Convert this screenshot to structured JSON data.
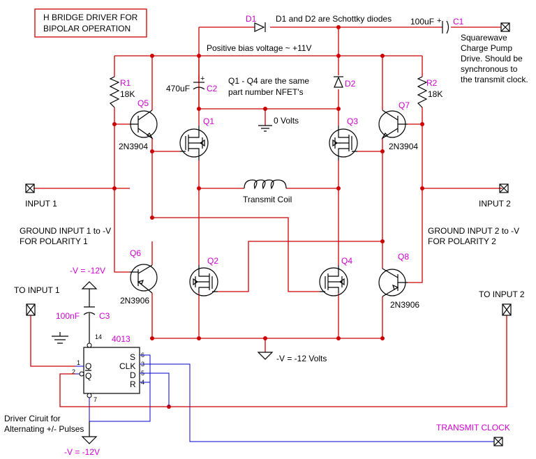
{
  "title": {
    "line1": "H BRIDGE DRIVER FOR",
    "line2": "BIPOLAR OPERATION"
  },
  "notes": {
    "schottky": "D1 and D2 are Schottky diodes",
    "bias": "Positive bias voltage ~ +11V",
    "nfet1": "Q1 - Q4 are the same",
    "nfet2": "part number NFET's",
    "zero": "0 Volts",
    "coil": "Transmit Coil",
    "negv": "-V  =  -12 Volts",
    "charge1": "Squarewave",
    "charge2": "Charge Pump",
    "charge3": "Drive. Should be",
    "charge4": "synchronous to",
    "charge5": "the transmit clock.",
    "gnd1a": "GROUND INPUT 1 to -V",
    "gnd1b": "FOR POLARITY 1",
    "gnd2a": "GROUND INPUT 2 to -V",
    "gnd2b": "FOR POLARITY 2",
    "to_in1": "TO INPUT 1",
    "to_in2": "TO INPUT 2",
    "drv1": "Driver Ciruit for",
    "drv2": "Alternating +/- Pulses",
    "tx_clock": "TRANSMIT CLOCK"
  },
  "ports": {
    "input1": "INPUT 1",
    "input2": "INPUT 2"
  },
  "components": {
    "d1": "D1",
    "d2": "D2",
    "c1": "C1",
    "c1_val": "100uF",
    "c2": "C2",
    "c2_val": "470uF",
    "c3": "C3",
    "c3_val": "100nF",
    "r1": "R1",
    "r1_val": "18K",
    "r2": "R2",
    "r2_val": "18K",
    "q1": "Q1",
    "q2": "Q2",
    "q3": "Q3",
    "q4": "Q4",
    "q5": "Q5",
    "q5_part": "2N3904",
    "q6": "Q6",
    "q6_part": "2N3906",
    "q7": "Q7",
    "q7_part": "2N3904",
    "q8": "Q8",
    "q8_part": "2N3906",
    "u1": "4013"
  },
  "supplies": {
    "neg_top": "-V = -12V",
    "neg_bottom": "-V = -12V"
  },
  "ic_pins": {
    "p1": "1",
    "p2": "2",
    "p3": "3",
    "p4": "4",
    "p5": "5",
    "p6": "6",
    "p7": "7",
    "p14": "14",
    "q": "Q",
    "qbar": "Q",
    "s": "S",
    "clk": "CLK",
    "d": "D",
    "r": "R"
  },
  "colors": {
    "wire": "#cc0000",
    "designator": "#cc00cc",
    "pin_wire": "#0000cc",
    "component": "#000000"
  }
}
